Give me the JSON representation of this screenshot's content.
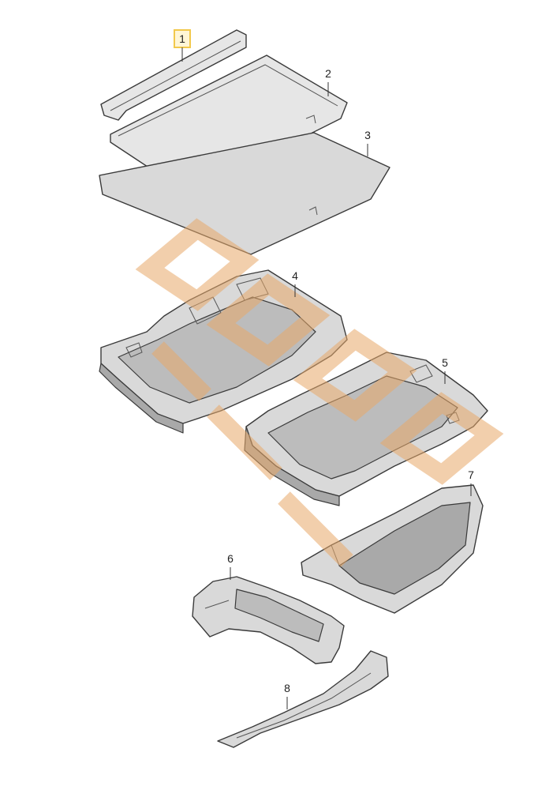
{
  "diagram": {
    "callouts": [
      "1",
      "2",
      "3",
      "4",
      "5",
      "6",
      "7",
      "8"
    ],
    "highlighted_callout": "1",
    "highlight_color": "#f2c94c"
  },
  "watermark": {
    "color": "#e8a868"
  }
}
